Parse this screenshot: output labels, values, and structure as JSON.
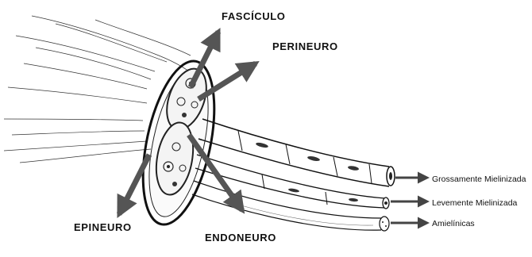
{
  "labels": {
    "fasciculo": "FASCÍCULO",
    "perineuro": "PERINEURO",
    "epineuro": "EPINEURO",
    "endoneuro": "ENDONEURO",
    "grossamente": "Grossamente Mielinizada",
    "levemente": "Levemente Mielinizada",
    "amielinicas": "Amielínicas"
  },
  "colors": {
    "ink": "#111111",
    "arrow": "#555555",
    "paper": "#ffffff"
  }
}
